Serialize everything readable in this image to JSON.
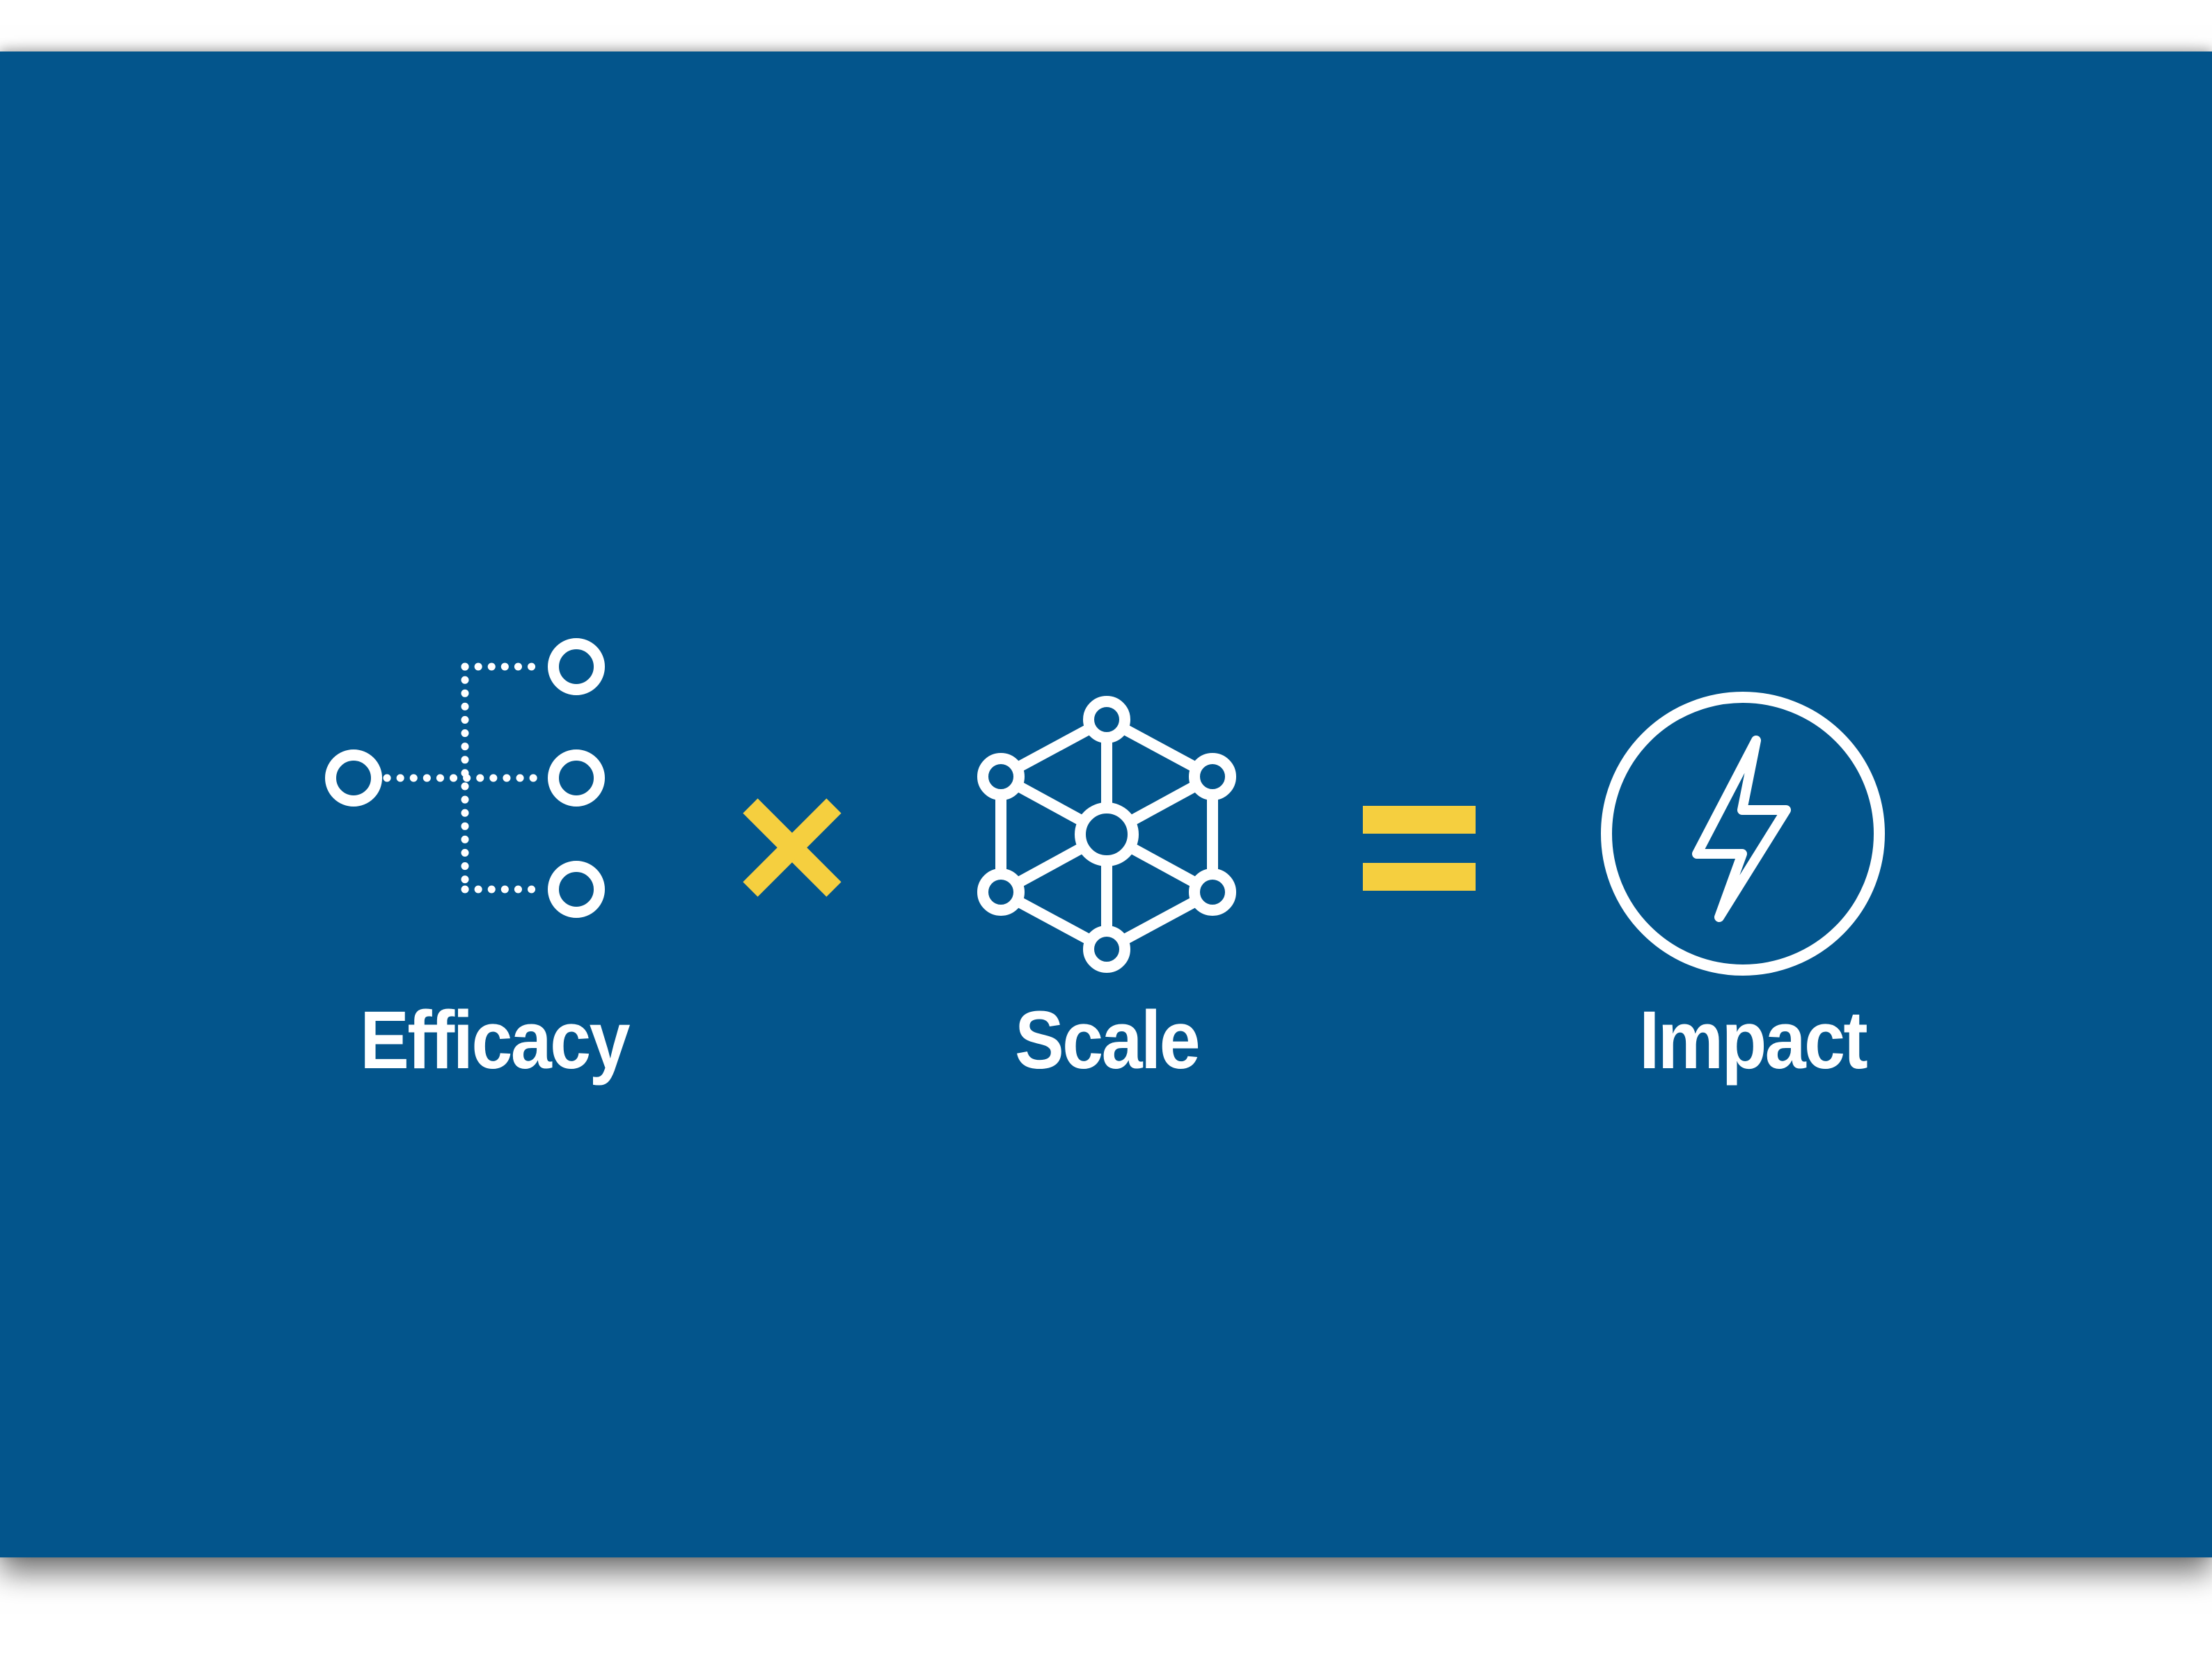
{
  "formula": {
    "term1": {
      "label": "Efficacy",
      "icon": "branching-nodes-icon"
    },
    "operator1": {
      "symbol": "×",
      "icon": "multiply-icon"
    },
    "term2": {
      "label": "Scale",
      "icon": "hexagon-network-icon"
    },
    "operator2": {
      "symbol": "=",
      "icon": "equals-icon"
    },
    "result": {
      "label": "Impact",
      "icon": "lightning-bolt-icon"
    }
  },
  "colors": {
    "background": "#03558c",
    "icon_stroke": "#ffffff",
    "operator": "#f5cf3f",
    "text": "#ffffff"
  }
}
